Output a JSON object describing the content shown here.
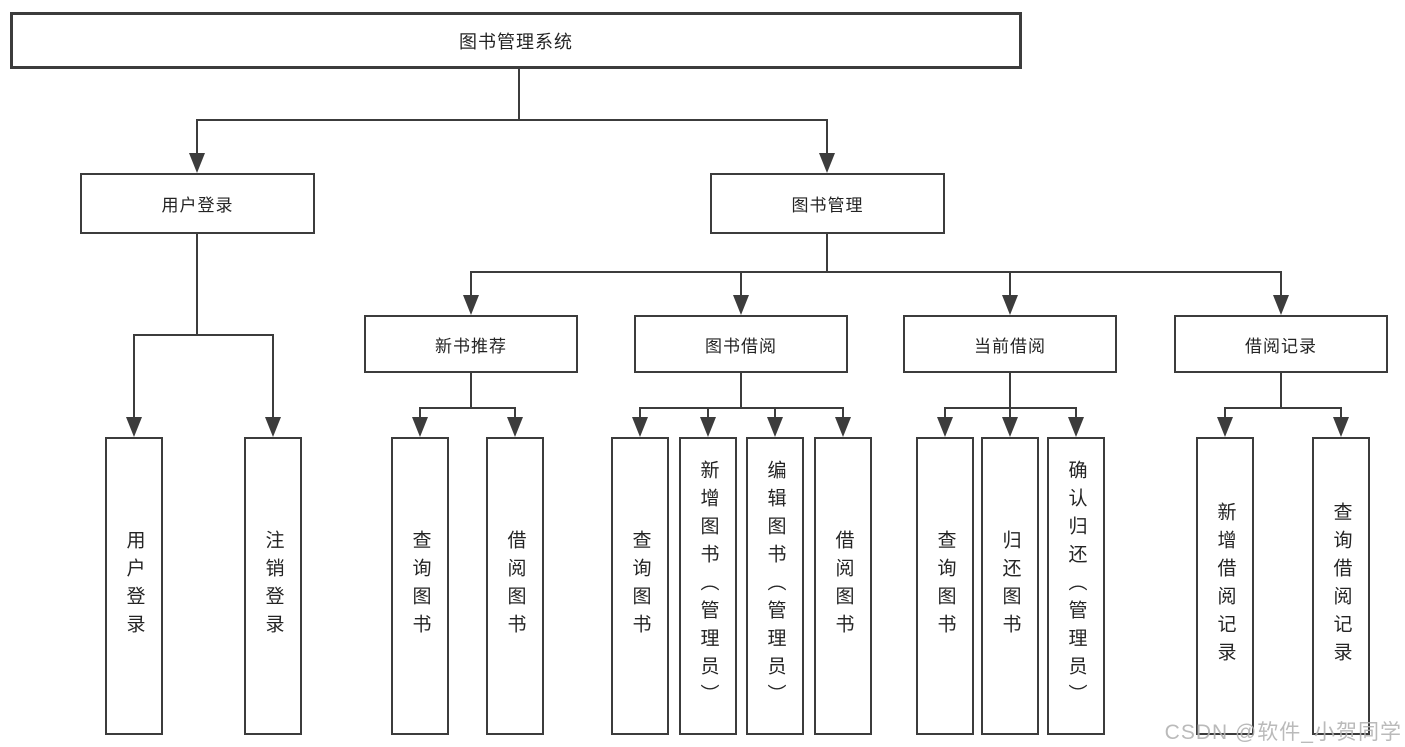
{
  "diagram_title": "图书管理系统",
  "nodes": {
    "root": "图书管理系统",
    "user_login": "用户登录",
    "book_mgmt": "图书管理",
    "new_book_rec": "新书推荐",
    "book_borrow": "图书借阅",
    "current_borrow": "当前借阅",
    "borrow_record": "借阅记录",
    "leaf_user_login": "用户登录",
    "leaf_logout": "注销登录",
    "leaf_nb_query": "查询图书",
    "leaf_nb_borrow": "借阅图书",
    "leaf_bb_query": "查询图书",
    "leaf_bb_add": "新增图书（管理员）",
    "leaf_bb_edit": "编辑图书（管理员）",
    "leaf_bb_borrow": "借阅图书",
    "leaf_cb_query": "查询图书",
    "leaf_cb_return": "归还图书",
    "leaf_cb_confirm": "确认归还（管理员）",
    "leaf_br_add": "新增借阅记录",
    "leaf_br_query": "查询借阅记录"
  },
  "watermark": "CSDN @软件_小贺同学",
  "colors": {
    "line": "#3c3c3c",
    "text": "#242424",
    "watermark": "#b2b2b2",
    "background": "#ffffff"
  }
}
